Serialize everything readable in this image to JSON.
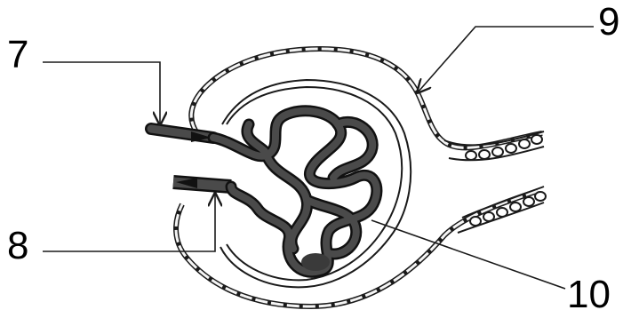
{
  "labels": {
    "afferent": "7",
    "efferent": "8",
    "capsule": "9",
    "glomerulus": "10"
  },
  "colors": {
    "ink": "#1a1a1a",
    "capillary": "#4a4a4a",
    "capillary_edge": "#111111",
    "capsule_fill": "#f4f4f4"
  }
}
